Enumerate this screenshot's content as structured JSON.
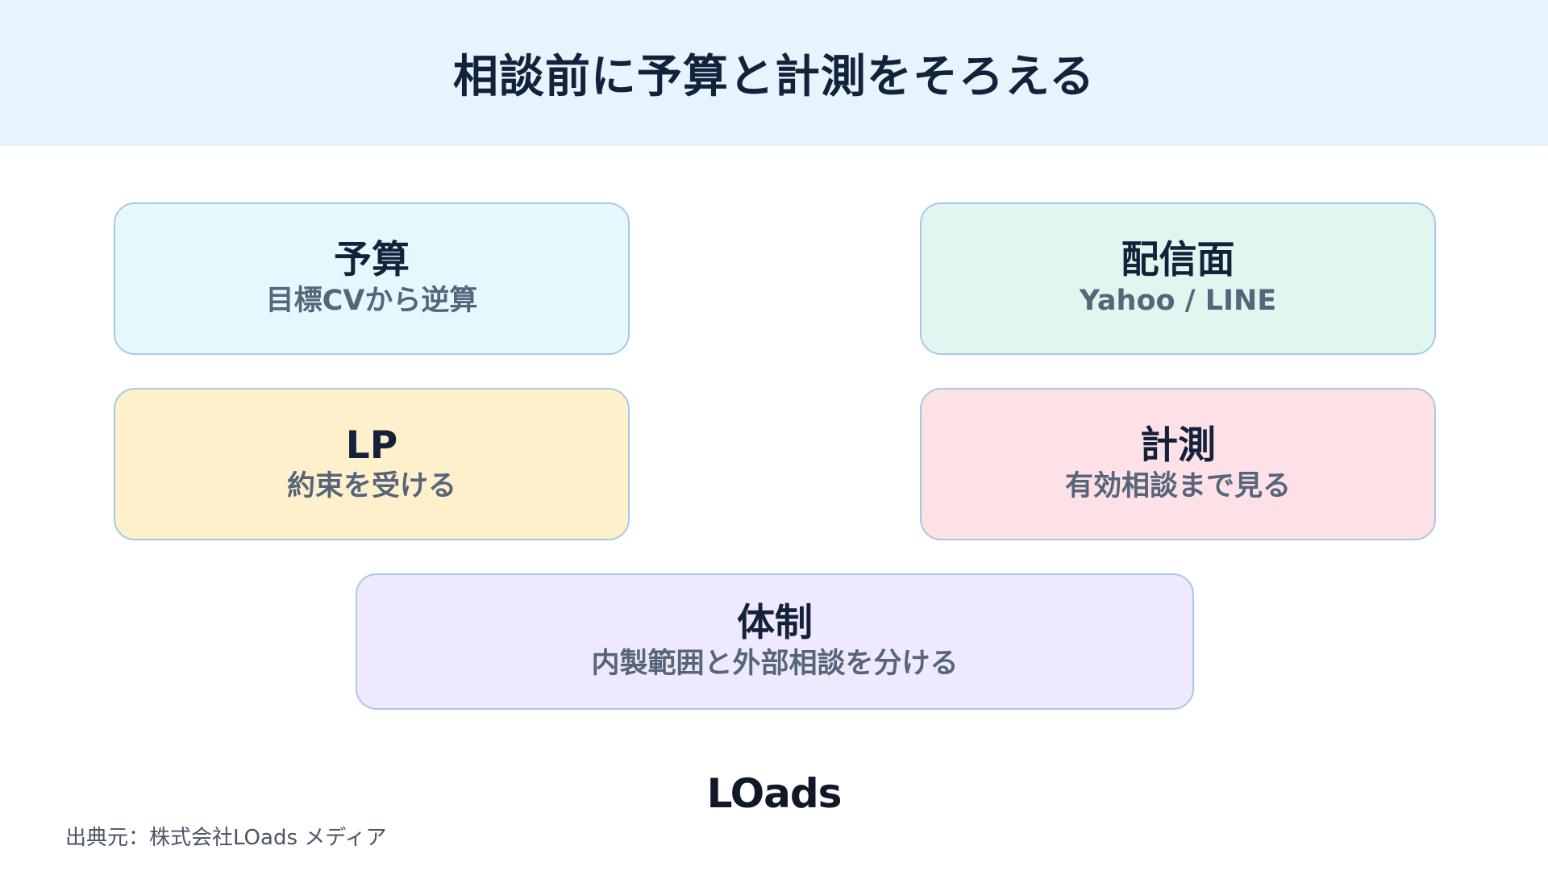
{
  "header": {
    "title": "相談前に予算と計測をそろえる"
  },
  "cards": [
    {
      "title": "予算",
      "subtitle": "目標CVから逆算",
      "bg": "#e6f8fd"
    },
    {
      "title": "配信面",
      "subtitle": "Yahoo / LINE",
      "bg": "#e0f6ef"
    },
    {
      "title": "LP",
      "subtitle": "約束を受ける",
      "bg": "#fff0cc"
    },
    {
      "title": "計測",
      "subtitle": "有効相談まで見る",
      "bg": "#fde1e6"
    },
    {
      "title": "体制",
      "subtitle": "内製範囲と外部相談を分ける",
      "bg": "#efe9fd"
    }
  ],
  "colors": {
    "header_bg": "#e6f4fe",
    "card_border": "#a8c9e6",
    "title_text": "#14213a",
    "subtitle_text": "#56657a"
  },
  "footer": {
    "logo": "LOads",
    "source": "出典元：株式会社LOads メディア"
  }
}
